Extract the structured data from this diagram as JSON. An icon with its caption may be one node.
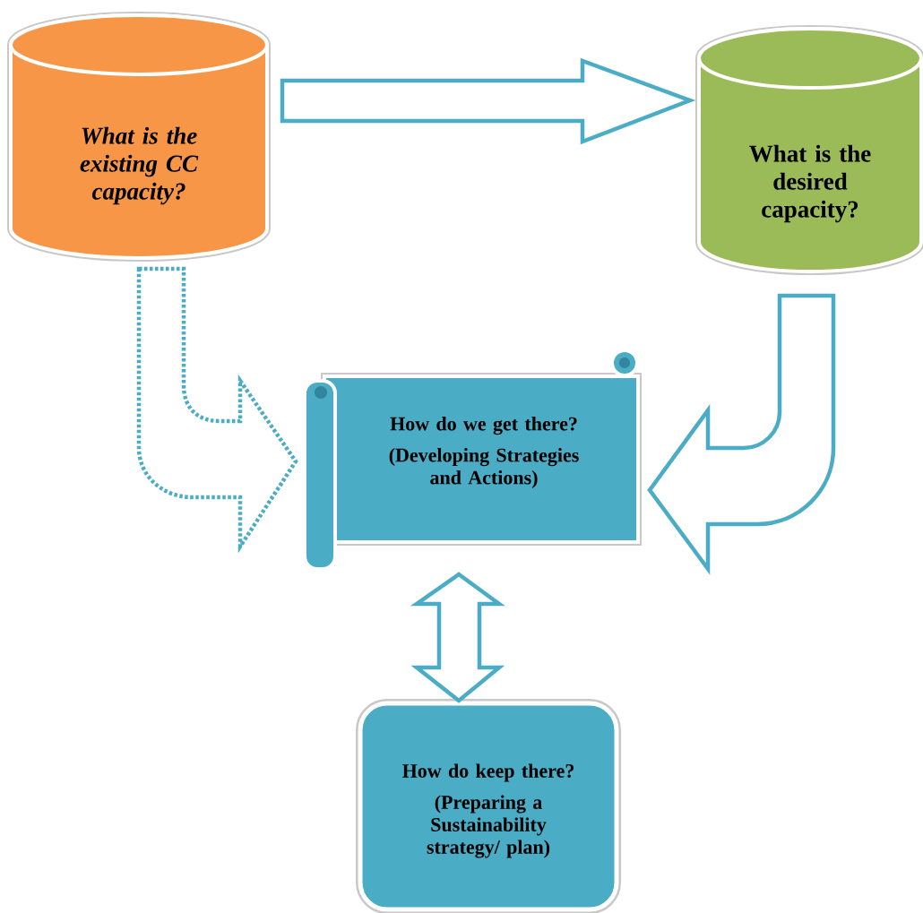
{
  "diagram": {
    "nodes": [
      {
        "text": [
          "What is the existing CC capacity?"
        ]
      },
      {
        "text": [
          "What is the desired capacity?"
        ]
      },
      {
        "text": [
          "How do we get there?",
          "(Developing Strategies and Actions)"
        ]
      },
      {
        "text": [
          "How do keep there?",
          "(Preparing a Sustainability strategy/ plan)"
        ]
      }
    ],
    "edges": [
      {
        "from": 0,
        "to": 1,
        "arrow": "to"
      },
      {
        "from": 0,
        "to": 2,
        "arrow": "to",
        "style": "dashed"
      },
      {
        "from": 1,
        "to": 2,
        "arrow": "to"
      },
      {
        "from": 2,
        "to": 3,
        "arrow": "both"
      }
    ]
  }
}
